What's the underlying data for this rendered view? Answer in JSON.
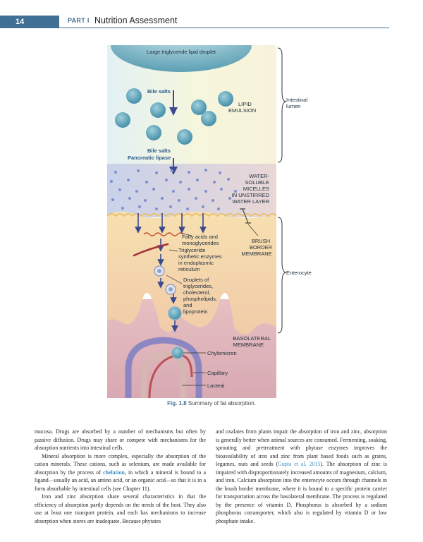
{
  "header": {
    "page_number": "14",
    "part_label": "PART I",
    "section_title": "Nutrition Assessment"
  },
  "figure": {
    "labels": {
      "large_droplet": "Large triglyceride lipid droplet",
      "bile_salts_top": "Bile salts",
      "lipid_emulsion_1": "LIPID",
      "lipid_emulsion_2": "EMULSION",
      "bile_salts_bottom": "Bile salts",
      "pancreatic_lipase": "Pancreatic lipase",
      "micelles_1": "WATER-",
      "micelles_2": "SOLUBLE",
      "micelles_3": "MICELLES",
      "micelles_4": "IN UNSTIRRED",
      "micelles_5": "WATER LAYER",
      "fatty_acids_1": "Fatty acids and",
      "fatty_acids_2": "monoglycerides",
      "brush_1": "BRUSH",
      "brush_2": "BORDER",
      "brush_3": "MEMBRANE",
      "tg_enzymes_1": "Triglyceride",
      "tg_enzymes_2": "synthetic enzymes",
      "tg_enzymes_3": "in endoplasmic",
      "tg_enzymes_4": "reticulum",
      "droplets_1": "Droplets of",
      "droplets_2": "triglycerides,",
      "droplets_3": "cholesterol,",
      "droplets_4": "phospholipids,",
      "droplets_5": "and",
      "droplets_6": "lipoprotein",
      "basolateral_1": "BASOLATERAL",
      "basolateral_2": "MEMBRANE",
      "chylomicron": "Chylomicron",
      "capillary": "Capillary",
      "lacteal": "Lacteal",
      "intestinal_lumen_1": "Intestinal",
      "intestinal_lumen_2": "lumen",
      "enterocyte": "Enterocyte"
    },
    "caption_label": "Fig. 1.8",
    "caption_text": "Summary of fat absorption."
  },
  "body": {
    "left_p1": "mucosa. Drugs are absorbed by a number of mechanisms but often by passive diffusion. Drugs may share or compete with mechanisms for the absorption nutrients into intestinal cells.",
    "left_p2_a": "Mineral absorption is more complex, especially the absorption of the cation minerals. These cations, such as selenium, are made available for absorption by the process of ",
    "left_p2_term": "chelation",
    "left_p2_b": ", in which a mineral is bound to a ligand—usually an acid, an amino acid, or an organic acid—so that it is in a form absorbable by intestinal cells (see Chapter 11).",
    "left_p3": "Iron and zinc absorption share several characteristics in that the efficiency of absorption partly depends on the needs of the host. They also use at least one transport protein, and each has mechanisms to increase absorption when stores are inadequate. Because phytates",
    "right_p1_a": "and oxalates from plants impair the absorption of iron and zinc, absorption is generally better when animal sources are consumed. Fermenting, soaking, sprouting and pretreatment with phytase enzymes improves the bioavailability of iron and zinc from plant based foods such as grains, legumes, nuts and seeds (",
    "right_p1_cite": "Gupta et al, 2015",
    "right_p1_b": "). The absorption of zinc is impaired with disproportionately increased amounts of magnesium, calcium, and iron. Calcium absorption into the enterocyte occurs through channels in the brush border membrane, where it is bound to a specific protein carrier for transportation across the basolateral membrane. The process is regulated by the presence of vitamin D. Phosphorus is absorbed by a sodium phosphorus cotransporter, which also is regulated by vitamin D or low phosphate intake."
  },
  "colors": {
    "accent": "#3f6f95",
    "link": "#3f8fc0",
    "lumen_bg": "#f3f6d8",
    "droplet": "#5fa8bf",
    "arrow": "#3b4a8f"
  }
}
